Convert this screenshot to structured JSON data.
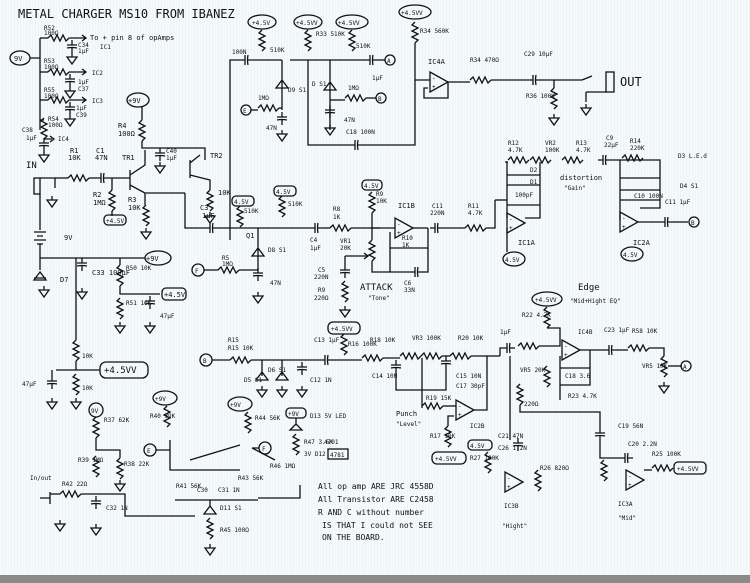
{
  "title": "METAL CHARGER MS10 FROM IBANEZ",
  "terminals": {
    "in": "IN",
    "out": "OUT",
    "in_out": "In/out",
    "battery": "9V",
    "v9": "9V",
    "plus9v": "+9V",
    "plus45": "+4.5V",
    "plus45vv": "+4.5VV",
    "v45": "4.5V",
    "node_a": "A",
    "node_b": "B",
    "node_e": "E",
    "node_f": "F"
  },
  "power_rail": {
    "note": "To + pin 8 of opAmps",
    "items": [
      {
        "r": "R52",
        "rv": "100Ω",
        "c": "C34",
        "cv": "1μF",
        "ic": "IC1"
      },
      {
        "r": "R53",
        "rv": "100Ω",
        "c": "C37",
        "cv": "1μF",
        "ic": "IC2"
      },
      {
        "r": "R55",
        "rv": "100Ω",
        "c": "C39",
        "cv": "1μF",
        "ic": "IC3"
      },
      {
        "r": "R54",
        "rv": "100Ω",
        "c": "C38",
        "cv": "1μF",
        "ic": "IC4"
      }
    ]
  },
  "components": {
    "R1": "10K",
    "C1": "47N",
    "R2": "1MΩ",
    "R3": "10K",
    "R4": "100Ω",
    "C40": "1μF",
    "TR1": "TR1",
    "TR2": "TR2",
    "TR2_R": "10K",
    "C3": "1μF",
    "R6": "510K",
    "R7": "510K",
    "Q1": "Q1",
    "D8": "D8 S1",
    "C_47N": "47N",
    "R5": "1MΩ",
    "C4": "1μF",
    "R8": "1K",
    "R9": "10K",
    "IC1B": "IC1B",
    "R10": "1K",
    "C11": "220N",
    "R11": "4.7K",
    "VR1": "20K",
    "C5": "220N",
    "R9b": "220Ω",
    "C6": "33N",
    "R12": "4.7K",
    "VR2": "100K",
    "R13": "4.7K",
    "C9": "22μF",
    "R14": "220K",
    "D2": "D2",
    "D1": "D1",
    "C8": "100pF",
    "IC1A": "IC1A",
    "D3": "D3 L.E.d",
    "D4": "D4 S1",
    "C10": "C10 100N",
    "C14": "C11 1μF",
    "IC2A": "IC2A",
    "C_100N": "100N",
    "R_510K_a": "510K",
    "D9": "D9 S1",
    "R_1M_a": "1MΩ",
    "C_47N_a": "47N",
    "R33": "R33 510K",
    "R_510K_b": "510K",
    "D_S1": "D S1",
    "R_1M_b": "1MΩ",
    "C_47N_b": "47N",
    "C18": "C18 100N",
    "C_1uF": "1μF",
    "R34": "R34 560K",
    "IC4A": "IC4A",
    "R34b": "R34 470Ω",
    "C29": "C29 10μF",
    "R36": "R36 100K",
    "C33": "C33 100μF",
    "R50": "R50 10K",
    "R51": "R51 10K",
    "C_47u": "47μF",
    "D7": "D7",
    "R_10K_a": "10K",
    "R_10K_b": "10K",
    "C_47uF": "47μF",
    "R15": "R15 10K",
    "D5": "D5 S1",
    "D6": "D6 S1",
    "C12": "C12 1N",
    "C13": "C13 1μF",
    "R16": "R16 100K",
    "R18": "R18 10K",
    "VR3": "VR3 100K",
    "R20": "R20 10K",
    "C14b": "C14 10N",
    "C15": "C15 10N",
    "C17": "C17 30pF",
    "R19": "R19 15K",
    "R17": "R17 10K",
    "IC2B": "IC2B",
    "R22": "R22 4.7K",
    "R_4.7K": "4.7K",
    "C_1uF_b": "1μF",
    "IC4B": "IC4B",
    "C18b": "C18 3.6",
    "R23": "R23 4.7K",
    "VR5": "VR5 20K",
    "R_220": "220Ω",
    "C23": "C23 1μF",
    "R58": "R58 10K",
    "VR5b": "VR5 10K",
    "C21": "C21 47N",
    "C26": "C26 1.2N",
    "R27": "R27 100K",
    "IC3B": "IC3B",
    "R26": "R26 820Ω",
    "C19": "C19 56N",
    "C20": "C20 2.2N",
    "R25": "R25 100K",
    "R_1.5K": "1.5K",
    "IC3A": "IC3A",
    "R37": "R37 62K",
    "R39": "R39 1MΩ",
    "R38": "R38 22K",
    "R42": "R42 22Ω",
    "C32": "C32 1N",
    "R40": "R40 39K",
    "R41": "R41 56K",
    "C30": "C30",
    "C31": "C31 1N",
    "R43": "R43 56K",
    "R44": "R44 56K",
    "R46": "R46 1MΩ",
    "D11": "D11 S1",
    "R45": "R45 100Ω",
    "D13": "D13 5V LED",
    "R47": "R47 3.6K",
    "D12": "3V D12",
    "IC_4781": "4781",
    "IC_4701": "4701"
  },
  "controls": {
    "attack": "ATTACK",
    "attack_sub": "\"Tone\"",
    "distortion": "distortion",
    "distortion_sub": "\"Gain\"",
    "punch": "Punch",
    "punch_sub": "\"Level\"",
    "edge": "Edge",
    "edge_sub": "\"Mid+Hight EQ\"",
    "high": "\"Hight\"",
    "mid": "\"Mid\""
  },
  "notes": [
    "All op amp ARE JRC 4558D",
    "All Transistor ARE C2458",
    "R AND C without number",
    "IS THAT I could not SEE",
    "ON THE BOARD."
  ]
}
